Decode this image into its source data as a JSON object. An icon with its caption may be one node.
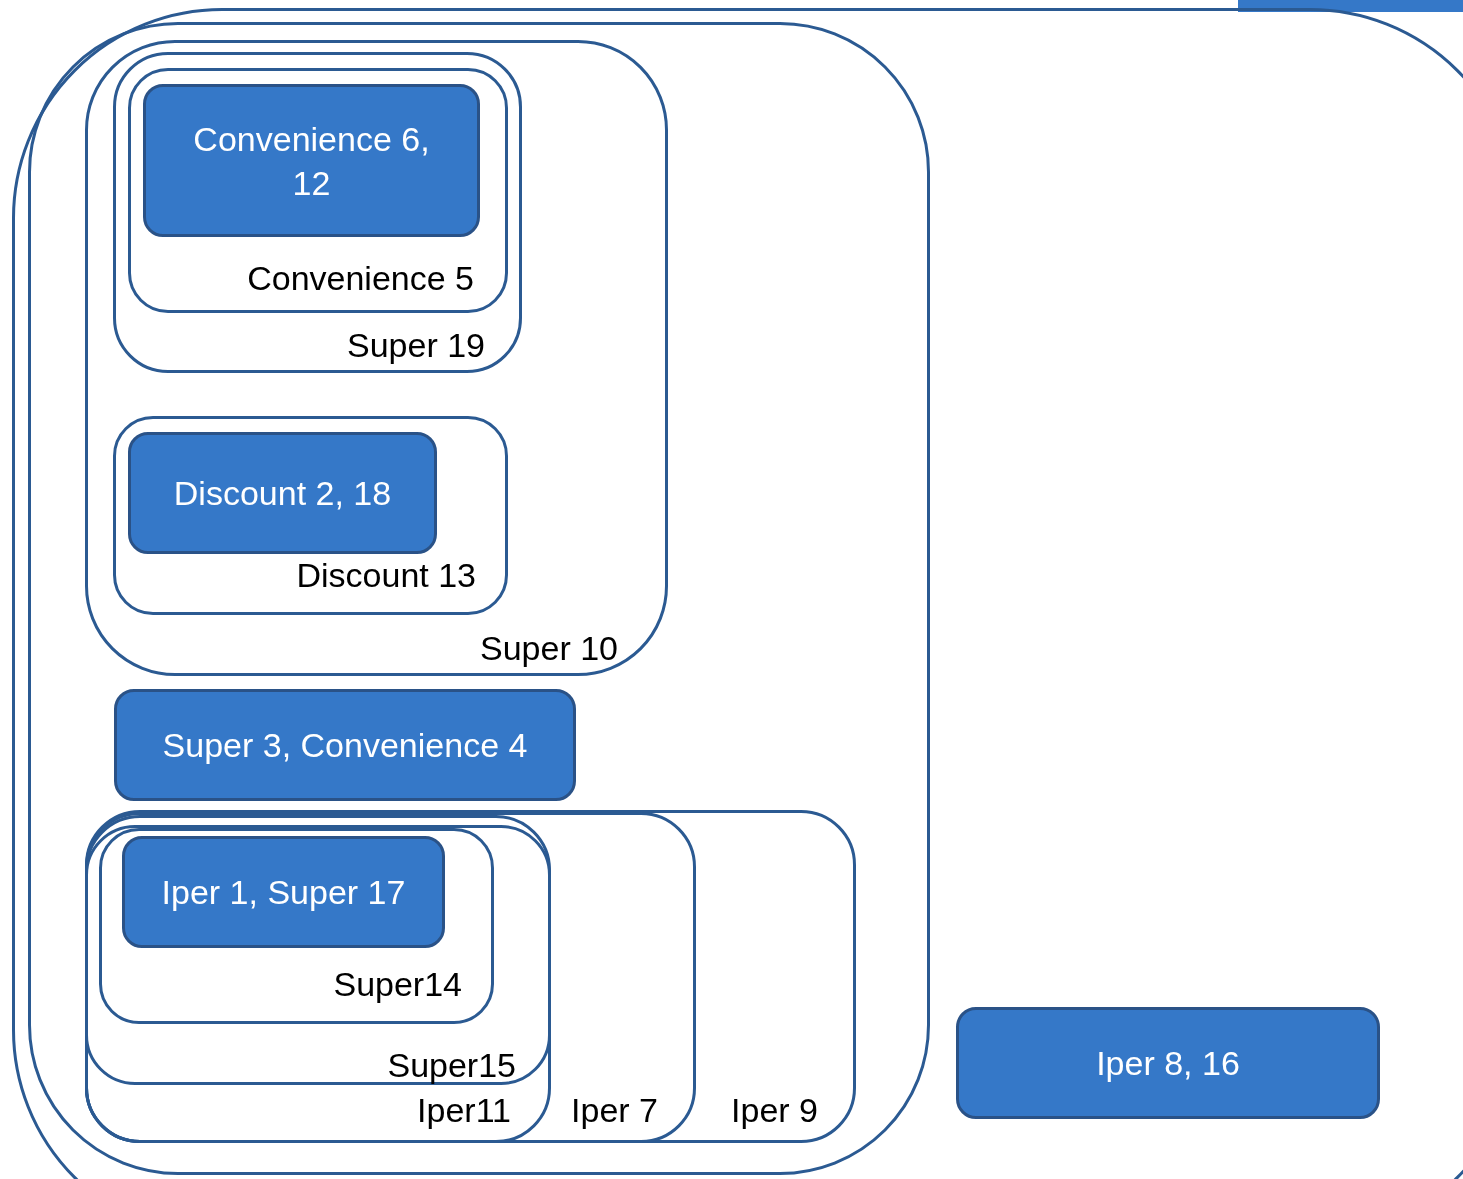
{
  "diagram": {
    "nodes": [
      {
        "text": [],
        "shape": "box"
      },
      {
        "text": [],
        "shape": "box",
        "in": 0
      },
      {
        "text": [
          "Super 10"
        ],
        "in": 1
      },
      {
        "text": [
          "Super 19"
        ],
        "in": 2
      },
      {
        "text": [
          "Convenience 5"
        ],
        "in": 3
      },
      {
        "text": [
          "Convenience 6, 12"
        ],
        "in": 4
      },
      {
        "text": [
          "Discount 13"
        ],
        "in": 2
      },
      {
        "text": [
          "Discount 2, 18"
        ],
        "in": 6
      },
      {
        "text": [
          "Super 3, Convenience 4"
        ],
        "in": 1
      },
      {
        "text": [
          "Iper 9"
        ],
        "in": 1
      },
      {
        "text": [
          "Iper 7"
        ],
        "in": 9
      },
      {
        "text": [
          "Iper11"
        ],
        "in": 10
      },
      {
        "text": [
          "Super15"
        ],
        "in": 11
      },
      {
        "text": [
          "Super14"
        ],
        "in": 12
      },
      {
        "text": [
          "Iper 1, Super 17"
        ],
        "in": 13
      },
      {
        "text": [
          "Iper 8, 16"
        ],
        "in": 0
      }
    ]
  }
}
